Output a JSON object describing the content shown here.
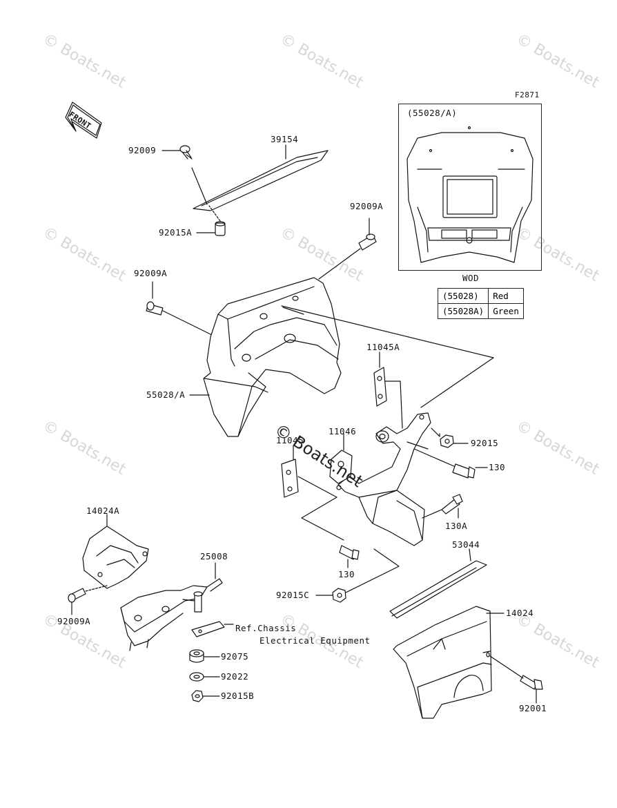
{
  "figure_code": "F2871",
  "front_arrow": "FRONT",
  "watermark": "© Boats.net",
  "inset": {
    "title": "(55028/A)",
    "caption": "WOD"
  },
  "legend": [
    {
      "part": "(55028)",
      "color": "Red"
    },
    {
      "part": "(55028A)",
      "color": "Green"
    }
  ],
  "parts": {
    "p39154": "39154",
    "p92009": "92009",
    "p92015A": "92015A",
    "p92009A_top": "92009A",
    "p92009A_left": "92009A",
    "p55028A": "55028/A",
    "p11045A": "11045A",
    "p11046": "11046",
    "p11045": "11045",
    "p92015": "92015",
    "p130_right": "130",
    "p130A": "130A",
    "p130_bottom": "130",
    "p14024A": "14024A",
    "p25008": "25008",
    "p92015C": "92015C",
    "p53044": "53044",
    "p14024": "14024",
    "p92009A_bottom": "92009A",
    "ref_line1": "Ref.Chassis",
    "ref_line2": "Electrical Equipment",
    "p92075": "92075",
    "p92022": "92022",
    "p92015B": "92015B",
    "p92001": "92001"
  }
}
